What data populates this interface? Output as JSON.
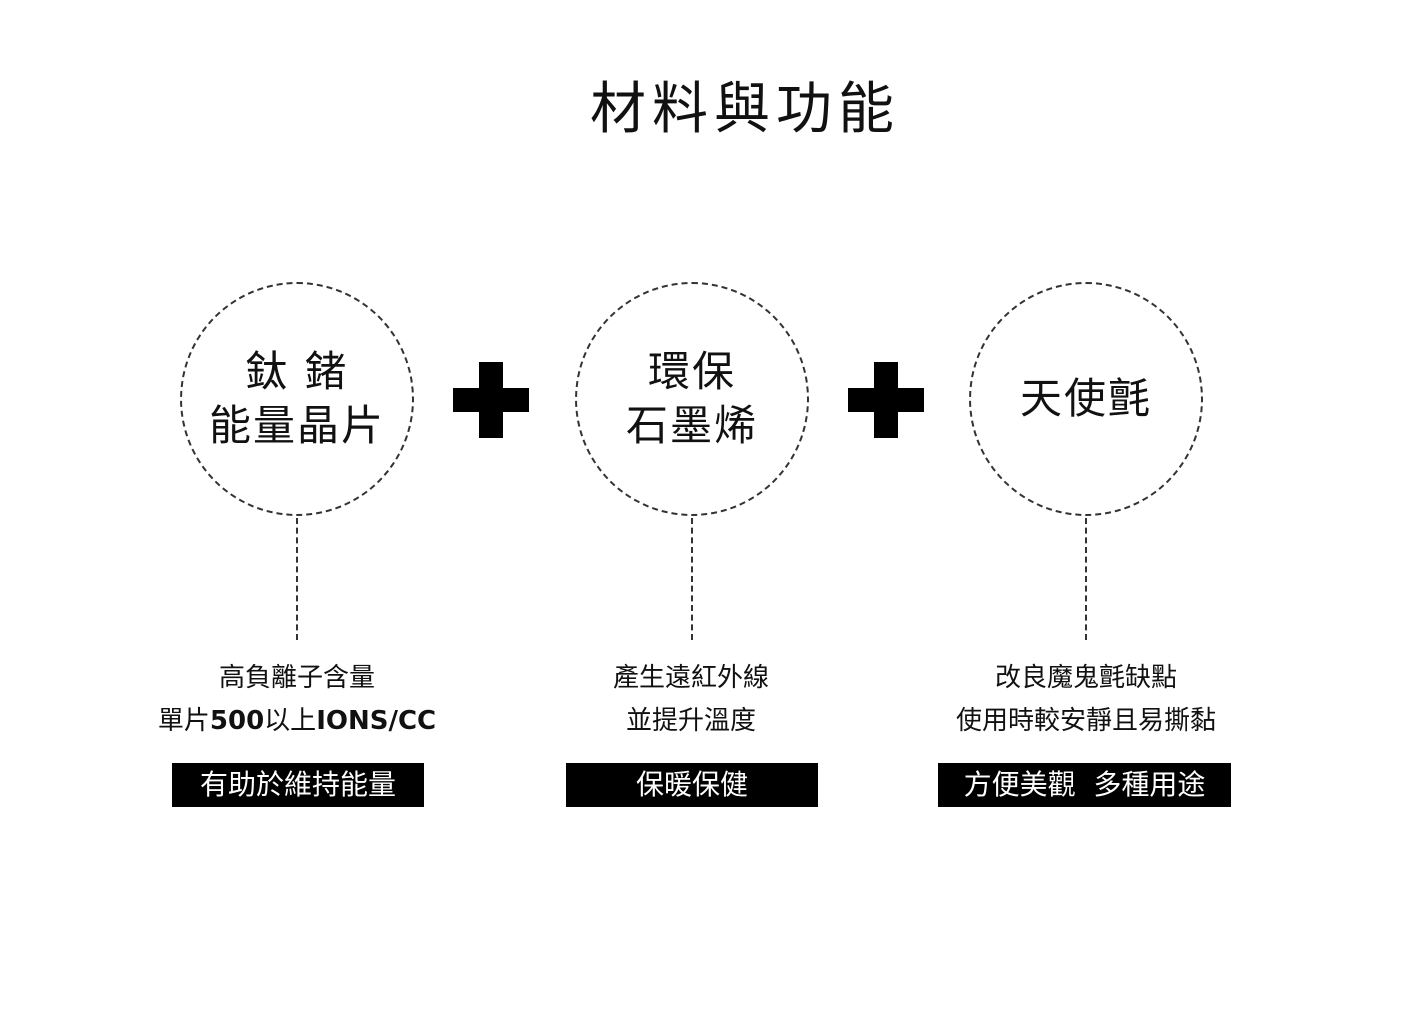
{
  "title": "材料與功能",
  "items": [
    {
      "circle_lines": [
        "鈦 鍺",
        "能量晶片"
      ],
      "desc_line1": "高負離子含量",
      "desc_line2_a": "單片",
      "desc_line2_b": "500",
      "desc_line2_c": "以上",
      "desc_line2_d": "IONS/CC",
      "tag": "有助於維持能量"
    },
    {
      "circle_lines": [
        "環保",
        "石墨烯"
      ],
      "desc_line1": "產生遠紅外線",
      "desc_line2": "並提升溫度",
      "tag": "保暖保健"
    },
    {
      "circle_lines": [
        "天使氈"
      ],
      "desc_line1": "改良魔鬼氈缺點",
      "desc_line2": "使用時較安靜且易撕黏",
      "tag": "方便美觀  多種用途"
    }
  ],
  "plus_icon": "plus-icon"
}
